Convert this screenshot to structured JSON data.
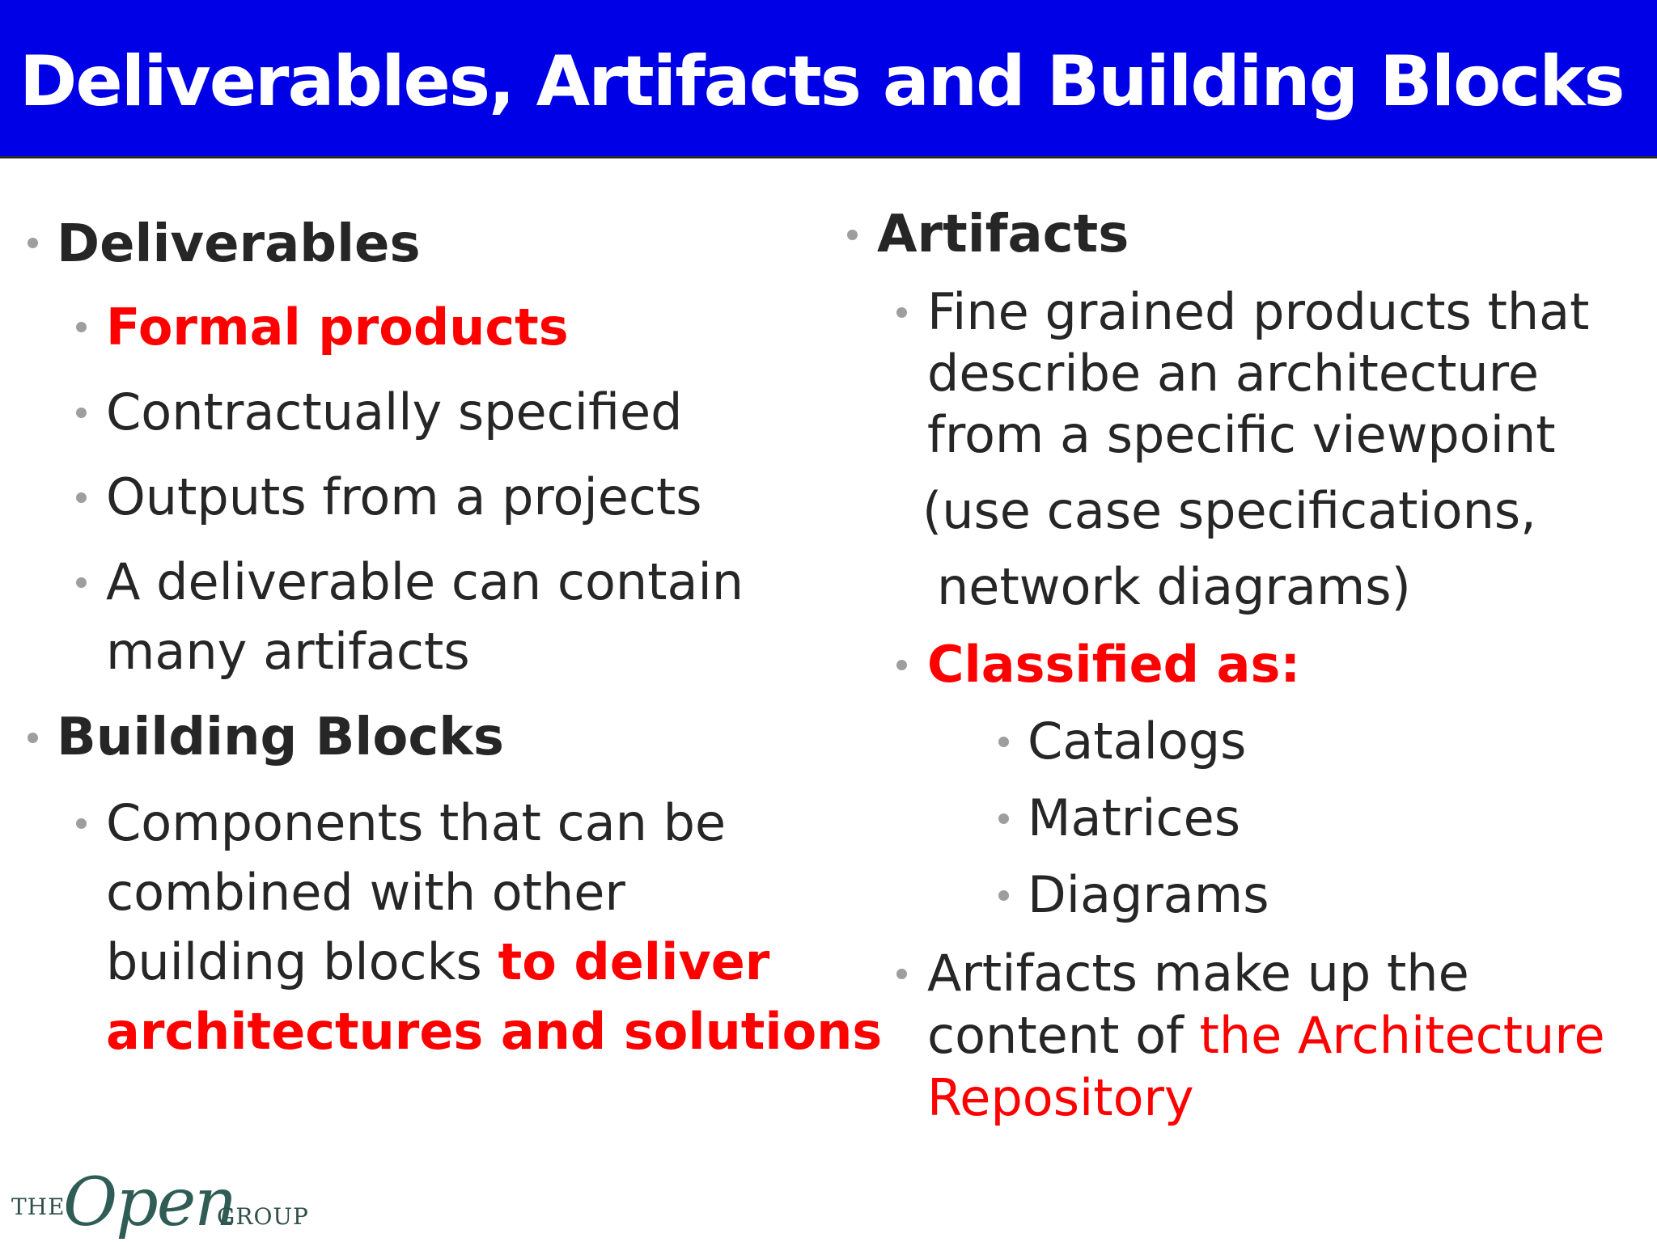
{
  "slide": {
    "title": "Deliverables, Artifacts and Building Blocks"
  },
  "left": {
    "deliverables": {
      "heading": "Deliverables",
      "items": [
        "Formal products",
        "Contractually specified",
        "Outputs from a projects",
        "A deliverable can contain",
        "many artifacts"
      ]
    },
    "building_blocks": {
      "heading": "Building Blocks",
      "lines": [
        "Components that can be",
        "combined with other",
        "building blocks ",
        "to deliver",
        "architectures and solutions"
      ]
    }
  },
  "right": {
    "artifacts": {
      "heading": "Artifacts",
      "desc_lines": [
        "Fine grained products that",
        "describe an architecture",
        "from a specific viewpoint",
        "(use case specifications,",
        "network diagrams)"
      ],
      "classified_label": "Classified as:",
      "classes": [
        "Catalogs",
        "Matrices",
        "Diagrams"
      ],
      "repo_lines": [
        "Artifacts make up the",
        "content of ",
        "the Architecture",
        "Repository"
      ]
    }
  },
  "logo": {
    "the": "THE",
    "open": "Open",
    "group": "GROUP"
  },
  "colors": {
    "title_bg": "#0000e6",
    "title_text": "#ffffff",
    "emphasis": "#ff0000",
    "body_text": "#262626",
    "bullet": "#9e9e9e"
  }
}
